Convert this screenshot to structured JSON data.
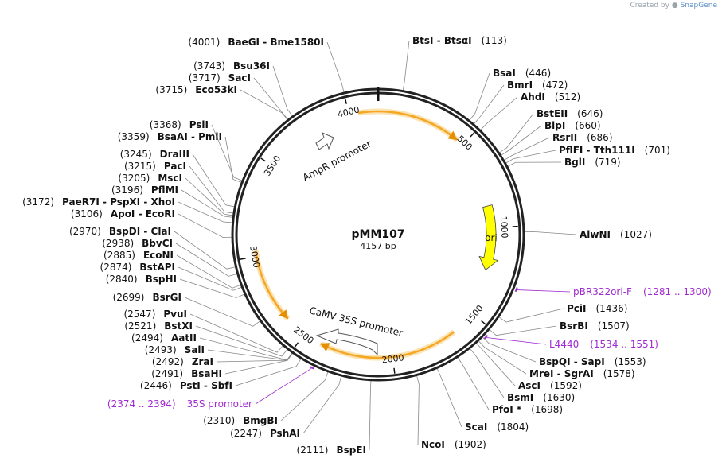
{
  "credit": {
    "prefix": "Created by",
    "brand": "SnapGene"
  },
  "plasmid": {
    "name": "pMM107",
    "length_label": "4157 bp",
    "length": 4157
  },
  "ruler": [
    {
      "pos": 500,
      "label": "500"
    },
    {
      "pos": 1000,
      "label": "1000"
    },
    {
      "pos": 1500,
      "label": "1500"
    },
    {
      "pos": 2000,
      "label": "2000"
    },
    {
      "pos": 2500,
      "label": "2500"
    },
    {
      "pos": 3000,
      "label": "3000"
    },
    {
      "pos": 3500,
      "label": "3500"
    },
    {
      "pos": 4000,
      "label": "4000"
    }
  ],
  "features": [
    {
      "label": "AmpR promoter",
      "start": 3900,
      "end": 4000,
      "color": "#ffffff"
    },
    {
      "label": "ori",
      "start": 870,
      "end": 1250,
      "color": "#ffff00"
    },
    {
      "label": "CaMV 35S promoter",
      "start": 2050,
      "end": 2230,
      "color": "#ffffff"
    }
  ],
  "arcs": [
    {
      "start": 4050,
      "end": 460,
      "color": "#f5a623"
    },
    {
      "start": 1640,
      "end": 2400,
      "color": "#f5a623"
    },
    {
      "start": 2620,
      "end": 3030,
      "color": "#f5a623"
    }
  ],
  "sites_right": [
    {
      "name": "BtsI - BtsαI",
      "pos": "(113)",
      "p": 113
    },
    {
      "name": "BsaI",
      "pos": "(446)",
      "p": 446
    },
    {
      "name": "BmrI",
      "pos": "(472)",
      "p": 472
    },
    {
      "name": "AhdI",
      "pos": "(512)",
      "p": 512
    },
    {
      "name": "BstEII",
      "pos": "(646)",
      "p": 646
    },
    {
      "name": "BlpI",
      "pos": "(660)",
      "p": 660
    },
    {
      "name": "RsrII",
      "pos": "(686)",
      "p": 686
    },
    {
      "name": "PflFI - Tth111I",
      "pos": "(701)",
      "p": 701
    },
    {
      "name": "BglI",
      "pos": "(719)",
      "p": 719
    },
    {
      "name": "AlwNI",
      "pos": "(1027)",
      "p": 1027
    },
    {
      "name": "PciI",
      "pos": "(1436)",
      "p": 1436
    },
    {
      "name": "BsrBI",
      "pos": "(1507)",
      "p": 1507
    },
    {
      "name": "BspQI - SapI",
      "pos": "(1553)",
      "p": 1553
    },
    {
      "name": "MreI - SgrAI",
      "pos": "(1578)",
      "p": 1578
    },
    {
      "name": "AscI",
      "pos": "(1592)",
      "p": 1592
    },
    {
      "name": "BsmI",
      "pos": "(1630)",
      "p": 1630
    },
    {
      "name": "PfoI *",
      "pos": "(1698)",
      "p": 1698
    },
    {
      "name": "ScaI",
      "pos": "(1804)",
      "p": 1804
    },
    {
      "name": "NcoI",
      "pos": "(1902)",
      "p": 1902
    }
  ],
  "sites_left": [
    {
      "name": "BaeGI - Bme1580I",
      "pos": "(4001)",
      "p": 4001
    },
    {
      "name": "Bsu36I",
      "pos": "(3743)",
      "p": 3743
    },
    {
      "name": "SacI",
      "pos": "(3717)",
      "p": 3717
    },
    {
      "name": "Eco53kI",
      "pos": "(3715)",
      "p": 3715
    },
    {
      "name": "PsiI",
      "pos": "(3368)",
      "p": 3368
    },
    {
      "name": "BsaAI - PmlI",
      "pos": "(3359)",
      "p": 3359
    },
    {
      "name": "DraIII",
      "pos": "(3245)",
      "p": 3245
    },
    {
      "name": "PacI",
      "pos": "(3215)",
      "p": 3215
    },
    {
      "name": "MscI",
      "pos": "(3205)",
      "p": 3205
    },
    {
      "name": "PflMI",
      "pos": "(3196)",
      "p": 3196
    },
    {
      "name": "PaeR7I - PspXI - XhoI",
      "pos": "(3172)",
      "p": 3172
    },
    {
      "name": "ApoI - EcoRI",
      "pos": "(3106)",
      "p": 3106
    },
    {
      "name": "BspDI - ClaI",
      "pos": "(2970)",
      "p": 2970
    },
    {
      "name": "BbvCI",
      "pos": "(2938)",
      "p": 2938
    },
    {
      "name": "EcoNI",
      "pos": "(2885)",
      "p": 2885
    },
    {
      "name": "BstAPI",
      "pos": "(2874)",
      "p": 2874
    },
    {
      "name": "BspHI",
      "pos": "(2840)",
      "p": 2840
    },
    {
      "name": "BsrGI",
      "pos": "(2699)",
      "p": 2699
    },
    {
      "name": "PvuI",
      "pos": "(2547)",
      "p": 2547
    },
    {
      "name": "BstXI",
      "pos": "(2521)",
      "p": 2521
    },
    {
      "name": "AatII",
      "pos": "(2494)",
      "p": 2494
    },
    {
      "name": "SalI",
      "pos": "(2493)",
      "p": 2493
    },
    {
      "name": "ZraI",
      "pos": "(2492)",
      "p": 2492
    },
    {
      "name": "BsaHI",
      "pos": "(2491)",
      "p": 2491
    },
    {
      "name": "PstI - SbfI",
      "pos": "(2446)",
      "p": 2446
    },
    {
      "name": "BmgBI",
      "pos": "(2310)",
      "p": 2310
    },
    {
      "name": "PshAI",
      "pos": "(2247)",
      "p": 2247
    },
    {
      "name": "BspEI",
      "pos": "(2111)",
      "p": 2111
    }
  ],
  "primers": [
    {
      "name": "pBR322ori-F",
      "range": "(1281 .. 1300)",
      "p": 1290
    },
    {
      "name": "L4440",
      "range": "(1534 .. 1551)",
      "p": 1542
    },
    {
      "name": "35S promoter",
      "range": "(2374 .. 2394)",
      "p": 2384
    }
  ]
}
